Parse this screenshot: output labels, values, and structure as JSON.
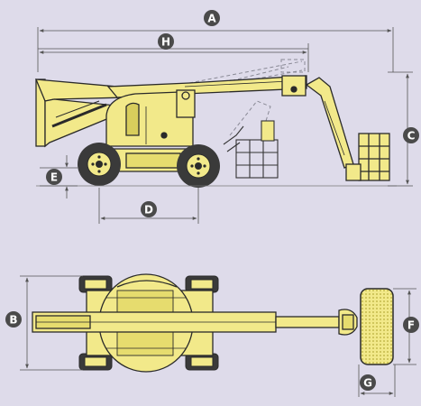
{
  "colors": {
    "background": "#dedbea",
    "machine_yellow": "#f2e98a",
    "machine_shadow": "#d8cd5c",
    "outline": "#2a2a2a",
    "dimension_line": "#555555",
    "label_circle": "#4a4a4a",
    "label_text": "#ffffff",
    "tire": "#3a3a3a",
    "ghost": "#8a8a96"
  },
  "dimension_labels": {
    "A": "A",
    "H": "H",
    "C": "C",
    "E": "E",
    "D": "D",
    "B": "B",
    "F": "F",
    "G": "G"
  },
  "views": {
    "side_view": {
      "icon": "boom-lift-side-profile"
    },
    "top_view": {
      "icon": "boom-lift-plan-view"
    },
    "basket_end_view": {
      "icon": "work-platform-front-view"
    }
  }
}
